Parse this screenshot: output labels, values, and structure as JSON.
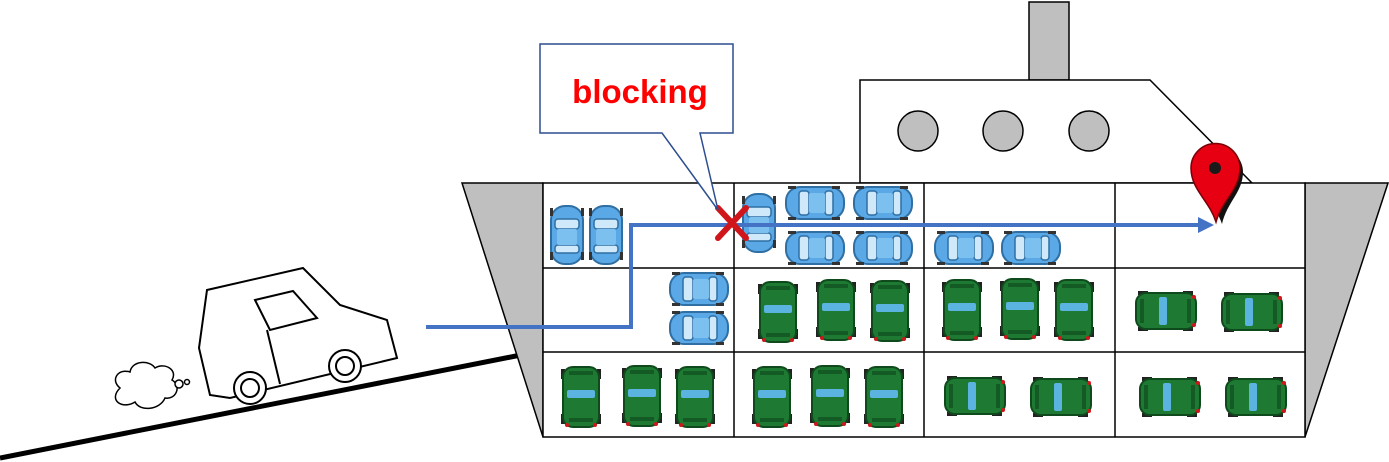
{
  "callout": {
    "label": "blocking"
  },
  "colors": {
    "outline": "#000000",
    "hull_gray": "#bfbfbf",
    "superstructure_fill": "#ffffff",
    "porthole_fill": "#bfbfbf",
    "route_line": "#4472c4",
    "block_mark": "#d0161b",
    "pin": "#e60012",
    "callout_border": "#2e4f8f",
    "callout_text": "#ff0000",
    "blue_car_body": "#5aa9e6",
    "blue_car_window": "#cfe9fb",
    "green_car_body": "#1e7a33",
    "green_car_stripe": "#5bb4e0"
  },
  "icons": {
    "entering_car": "car-outline-icon",
    "exhaust": "exhaust-cloud-icon",
    "destination": "map-pin-icon",
    "blocking": "x-mark-icon",
    "parked_blue": "blue-car-icon",
    "parked_green": "green-car-icon"
  },
  "deck": {
    "rows": 3,
    "cols": 4,
    "cells": [
      {
        "row": 1,
        "col": 1,
        "blue_cars": 2,
        "green_cars": 0
      },
      {
        "row": 1,
        "col": 2,
        "blue_cars": 5,
        "green_cars": 0
      },
      {
        "row": 1,
        "col": 3,
        "blue_cars": 2,
        "green_cars": 0
      },
      {
        "row": 1,
        "col": 4,
        "blue_cars": 0,
        "green_cars": 0
      },
      {
        "row": 2,
        "col": 1,
        "blue_cars": 2,
        "green_cars": 0
      },
      {
        "row": 2,
        "col": 2,
        "blue_cars": 0,
        "green_cars": 3
      },
      {
        "row": 2,
        "col": 3,
        "blue_cars": 0,
        "green_cars": 3
      },
      {
        "row": 2,
        "col": 4,
        "blue_cars": 0,
        "green_cars": 2
      },
      {
        "row": 3,
        "col": 1,
        "blue_cars": 0,
        "green_cars": 3
      },
      {
        "row": 3,
        "col": 2,
        "blue_cars": 0,
        "green_cars": 3
      },
      {
        "row": 3,
        "col": 3,
        "blue_cars": 0,
        "green_cars": 2
      },
      {
        "row": 3,
        "col": 4,
        "blue_cars": 0,
        "green_cars": 2
      }
    ]
  }
}
